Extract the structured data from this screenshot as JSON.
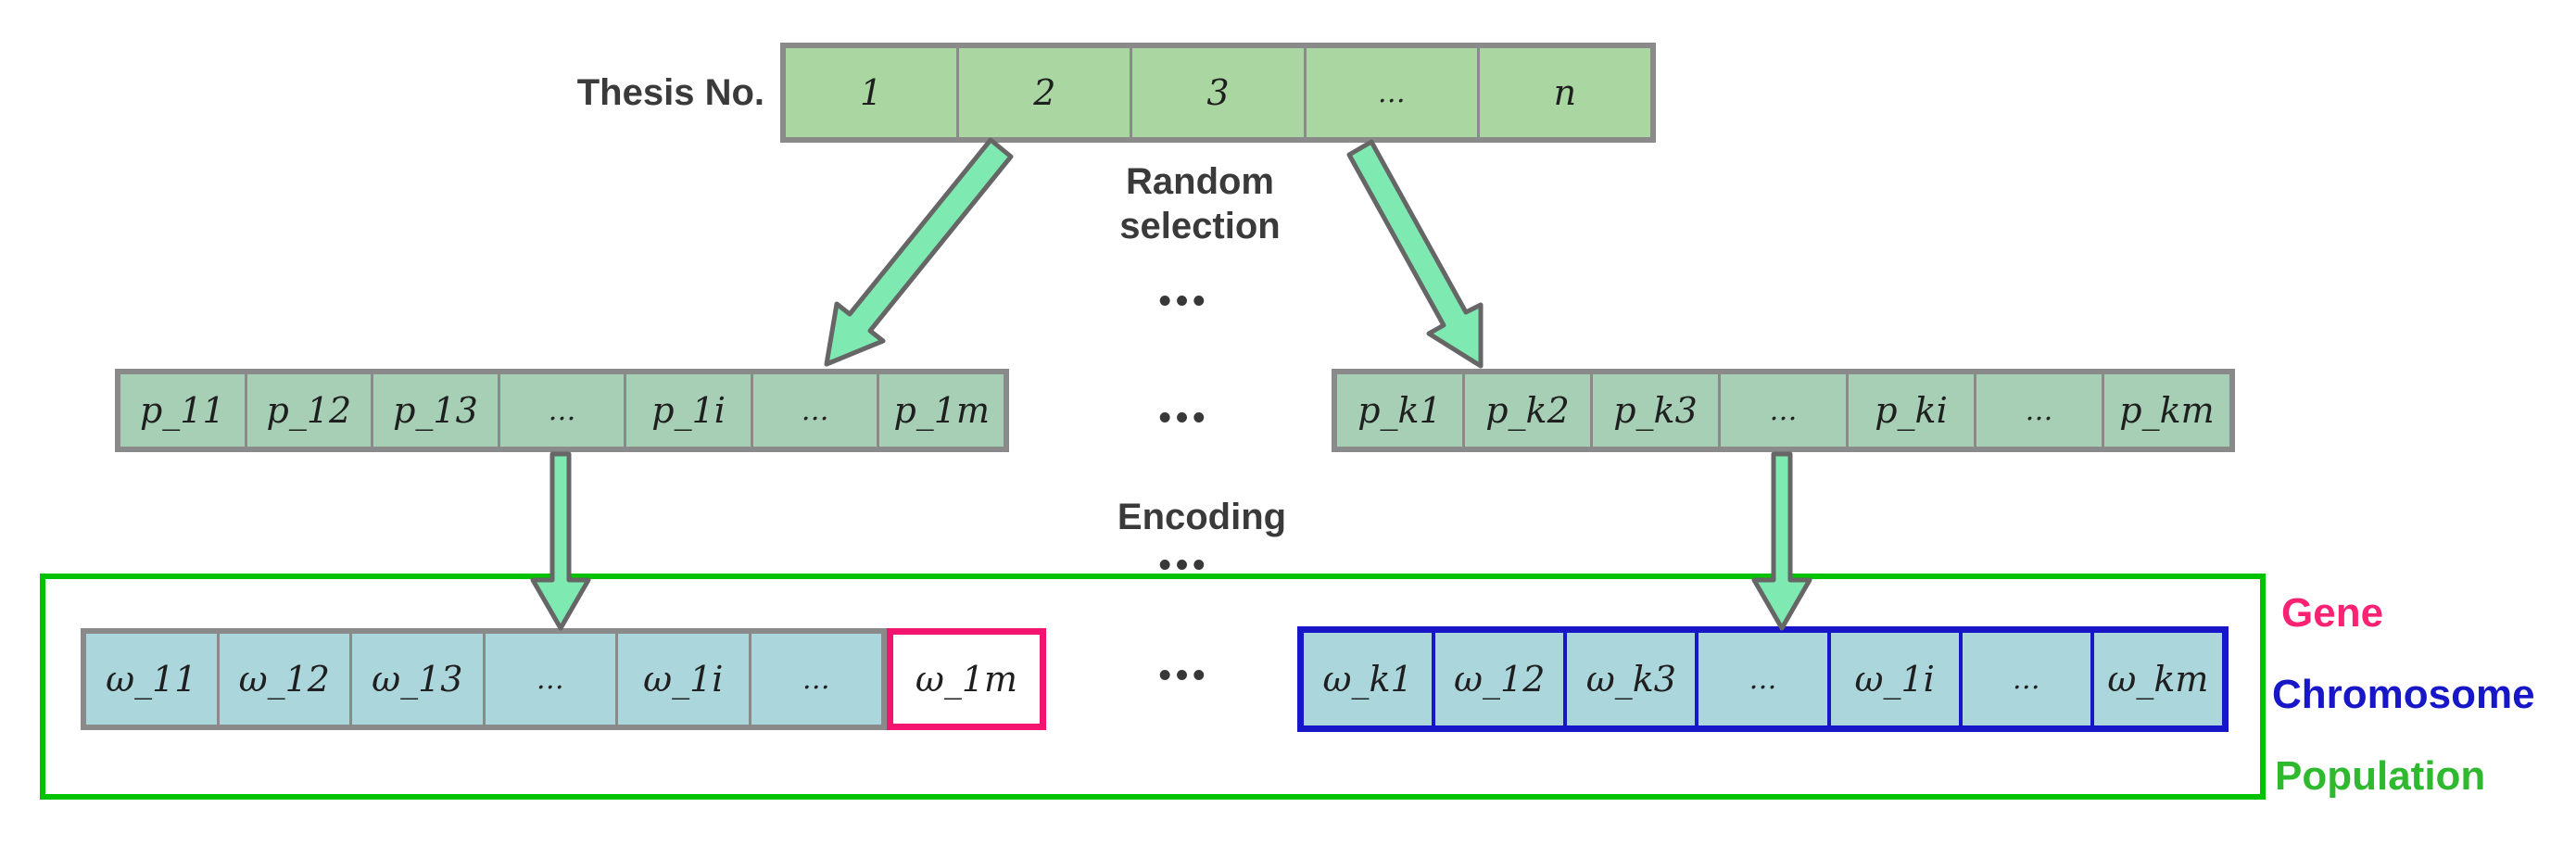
{
  "diagram": {
    "title_context": "Genetic algorithm encoding diagram",
    "labels": {
      "thesis": "Thesis No.",
      "random_selection": "Random selection",
      "encoding": "Encoding",
      "gene": "Gene",
      "chromosome": "Chromosome",
      "population": "Population"
    },
    "decorations": {
      "dots": "•••"
    },
    "tables": {
      "thesis": {
        "cells": [
          "1",
          "2",
          "3",
          "…",
          "n"
        ]
      },
      "parents_1": {
        "cells": [
          "p_11",
          "p_12",
          "p_13",
          "…",
          "p_1i",
          "…",
          "p_1m"
        ]
      },
      "parents_k": {
        "cells": [
          "p_k1",
          "p_k2",
          "p_k3",
          "…",
          "p_ki",
          "…",
          "p_km"
        ]
      },
      "chromosome_1": {
        "cells": [
          "ω_11",
          "ω_12",
          "ω_13",
          "…",
          "ω_1i",
          "…",
          "ω_1m"
        ]
      },
      "chromosome_k": {
        "cells": [
          "ω_k1",
          "ω_12",
          "ω_k3",
          "…",
          "ω_1i",
          "…",
          "ω_km"
        ]
      }
    },
    "colors": {
      "thesis_cell_green": "#a9d6a1",
      "parent_cell_sage": "#a6cfb6",
      "chromosome_cell_blue": "#abd6dc",
      "table_border_gray": "#8a8a8a",
      "arrow_fill_mint": "#7eeab2",
      "arrow_outline_gray": "#666666",
      "gene_pink": "#f2146e",
      "chromosome_blue": "#1717c8",
      "population_box_green": "#00c300",
      "population_text_green": "#2eb92e",
      "label_text_gray": "#3a3a3a"
    }
  }
}
